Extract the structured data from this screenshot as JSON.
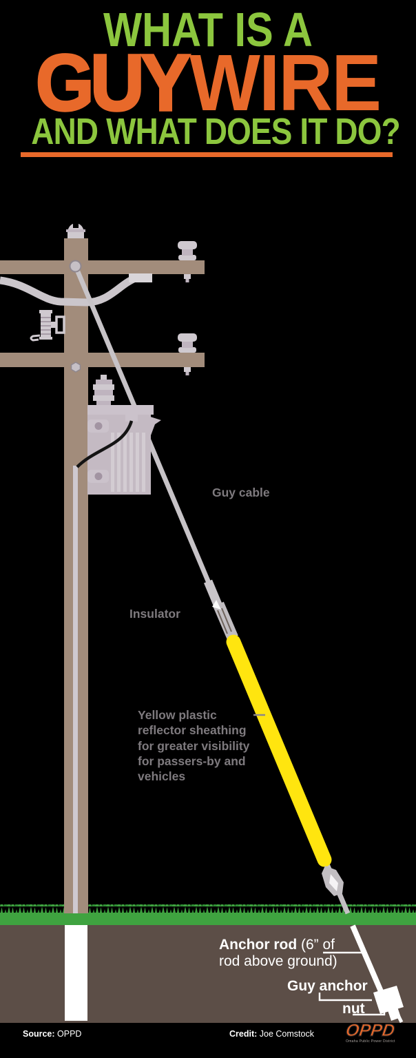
{
  "title": {
    "line1": "WHAT IS A",
    "line2_heavy": "GUY",
    "line2_light": "WIRE",
    "line3": "AND WHAT DOES IT DO?"
  },
  "diagram_labels": {
    "guy_cable": "Guy cable",
    "insulator": "Insulator",
    "sheathing_lines": [
      "Yellow plastic",
      "reflector sheathing",
      "for greater visibility",
      "for passers-by and",
      "vehicles"
    ],
    "anchor_rod_bold": "Anchor rod",
    "anchor_rod_regular": " (6” of",
    "anchor_rod_line2": "rod above ground)",
    "guy_anchor": "Guy anchor",
    "nut": "nut"
  },
  "footer": {
    "source_label": "Source:",
    "source_value": " OPPD",
    "credit_label": "Credit:",
    "credit_value": " Joe Comstock",
    "logo_text": "OPPD",
    "logo_tagline": "Omaha Public Power District"
  },
  "colors": {
    "background": "#000000",
    "title_green": "#8CC63E",
    "title_orange": "#E8692A",
    "label_gray": "#7E7A7E",
    "white": "#FFFFFF",
    "pole_brown": "#A28C7B",
    "hardware_gray": "#CFC9CF",
    "hardware_shade": "#BFB4BF",
    "hardware_dark": "#A294A2",
    "wire_gray": "#CBC6CB",
    "cable_gray": "#C7C3C7",
    "transformer_body": "#C4BAC3",
    "transformer_fin": "#D3CCD2",
    "transformer_bracket": "#CBC2CB",
    "black_wire": "#141414",
    "yellow": "#FFE50F",
    "grass_green": "#3FA340",
    "grass_dark": "#2E8C33",
    "ground_brown": "#5C4E47"
  }
}
